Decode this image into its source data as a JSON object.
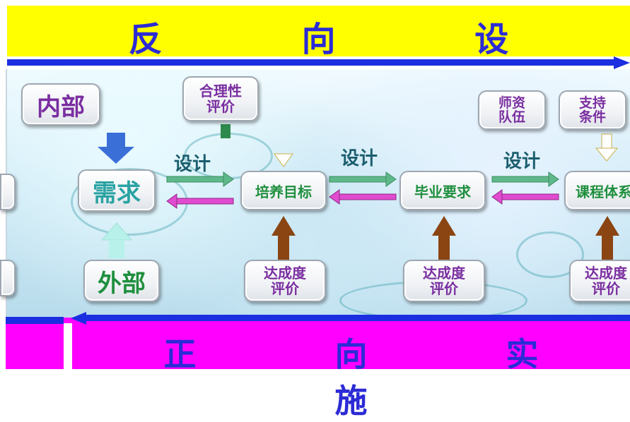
{
  "top_banner": {
    "title": "反 向 设 计"
  },
  "bottom_banner": {
    "title": "正 向 实 施"
  },
  "boxes": {
    "internal": "内部",
    "external": "外部",
    "demand": "需求",
    "rationality_eval": "合理性\n评价",
    "training_goal": "培养目标",
    "graduation_req": "毕业要求",
    "course_system": "课程体系",
    "faculty": "师资\n队伍",
    "support": "支持\n条件",
    "achievement_eval_1": "达成度\n评价",
    "achievement_eval_2": "达成度\n评价",
    "achievement_eval_3": "达成度\n评价"
  },
  "labels": {
    "design_1": "设计",
    "design_2": "设计",
    "design_3": "设计"
  },
  "colors": {
    "top_bg": "#ffff00",
    "bottom_bg": "#ff00ff",
    "title_text": "#2b2bd6",
    "arrow_blue": "#1b2fe0",
    "arrow_green": "#4fb37f",
    "arrow_pink": "#e04bd0",
    "arrow_brown": "#8b4513"
  }
}
